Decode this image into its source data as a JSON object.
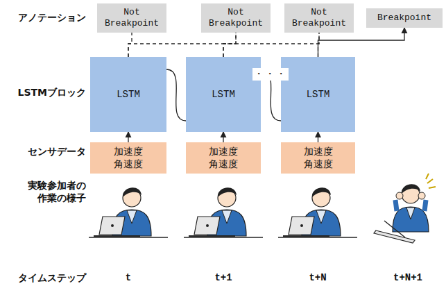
{
  "diagram": {
    "nodes": [
      {
        "text": [
          "Not Breakpoint"
        ]
      },
      {
        "text": [
          "Not Breakpoint"
        ]
      },
      {
        "text": [
          "Not Breakpoint"
        ]
      },
      {
        "text": [
          "Breakpoint"
        ]
      },
      {
        "text": [
          "LSTM"
        ]
      },
      {
        "text": [
          "LSTM"
        ]
      },
      {
        "text": [
          "LSTM"
        ]
      },
      {
        "text": [
          "加速度 角速度"
        ]
      },
      {
        "text": [
          "加速度 角速度"
        ]
      },
      {
        "text": [
          "加速度 角速度"
        ]
      }
    ],
    "edges": [
      {
        "from": 7,
        "to": 4,
        "arrow": "to"
      },
      {
        "from": 8,
        "to": 5,
        "arrow": "to"
      },
      {
        "from": 9,
        "to": 6,
        "arrow": "to"
      },
      {
        "from": 4,
        "to": 0,
        "arrow": "none"
      },
      {
        "from": 4,
        "to": 1,
        "arrow": "none"
      },
      {
        "from": 5,
        "to": 1,
        "arrow": "none"
      },
      {
        "from": 5,
        "to": 2,
        "arrow": "none"
      },
      {
        "from": 6,
        "to": 2,
        "arrow": "none"
      },
      {
        "from": 6,
        "to": 3,
        "arrow": "to"
      },
      {
        "from": 4,
        "to": 5,
        "arrow": "none"
      },
      {
        "from": 5,
        "to": 6,
        "arrow": "none"
      }
    ],
    "labels": [
      "アノテーション",
      "LSTMブロック",
      "センサデータ",
      "実験参加者の 作業の様子",
      "タイムステップ",
      "t",
      "t+1",
      "t+N",
      "t+N+1",
      "・・・"
    ]
  }
}
